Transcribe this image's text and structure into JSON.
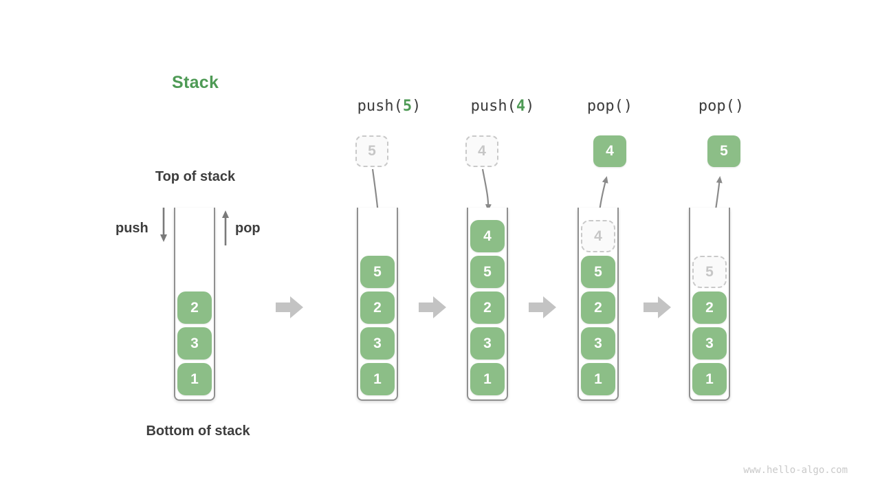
{
  "page": {
    "title": "Stack",
    "watermark": "www.hello-algo.com"
  },
  "labels": {
    "top_of_stack": "Top of stack",
    "bottom_of_stack": "Bottom of stack",
    "push": "push",
    "pop": "pop"
  },
  "colors": {
    "accent_green": "#4e9a55",
    "element_green": "#8cbe87",
    "element_text": "#ffffff",
    "ghost_fill": "#fafafa",
    "ghost_border": "#c9c9c9",
    "ghost_text": "#c6c6c6",
    "container_border": "#8f8f8f",
    "flow_arrow_gray": "#c3c3c3",
    "curve_arrow_gray": "#8a8a8a",
    "pushpop_arrow_gray": "#7a7a7a",
    "text_dark": "#3d3d3d"
  },
  "operations": [
    {
      "prefix": "push(",
      "arg": "5",
      "suffix": ")"
    },
    {
      "prefix": "push(",
      "arg": "4",
      "suffix": ")"
    },
    {
      "prefix": "pop()",
      "arg": "",
      "suffix": ""
    },
    {
      "prefix": "pop()",
      "arg": "",
      "suffix": ""
    }
  ],
  "floating_boxes": [
    {
      "value": "5",
      "style": "ghost"
    },
    {
      "value": "4",
      "style": "ghost"
    },
    {
      "value": "4",
      "style": "solid"
    },
    {
      "value": "5",
      "style": "solid"
    }
  ],
  "stacks": [
    {
      "name": "initial",
      "ghost": null,
      "items": [
        "2",
        "3",
        "1"
      ]
    },
    {
      "name": "after-push-5",
      "ghost": null,
      "items": [
        "5",
        "2",
        "3",
        "1"
      ]
    },
    {
      "name": "after-push-4",
      "ghost": null,
      "items": [
        "4",
        "5",
        "2",
        "3",
        "1"
      ]
    },
    {
      "name": "after-pop-4",
      "ghost": "4",
      "items": [
        "5",
        "2",
        "3",
        "1"
      ]
    },
    {
      "name": "after-pop-5",
      "ghost": "5",
      "items": [
        "2",
        "3",
        "1"
      ]
    }
  ]
}
